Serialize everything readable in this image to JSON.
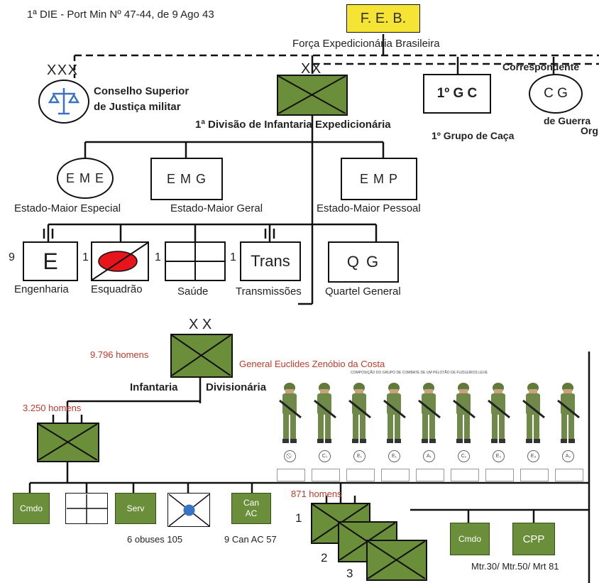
{
  "header": {
    "source_note": "1ª DIE - Port Min Nº 47-44, de 9 Ago 43",
    "feb_abbr": "F. E. B.",
    "feb_full": "Força Expedicionária Brasileira"
  },
  "top_units": {
    "conselho_marker": "X X X",
    "conselho_line1": "Conselho Superior",
    "conselho_line2": "de Justiça militar",
    "division_marker": "X X",
    "division_name": "1ª Divisão de Infantaria Expedicionária",
    "gc_label": "1º G C",
    "gc_name": "1º Grupo de Caça",
    "cg_label": "C G",
    "cg_line1": "Correspondente",
    "cg_line2": "de Guerra",
    "cg_line3": "Org"
  },
  "staff": [
    {
      "abbr": "E M E",
      "name": "Estado-Maior Especial"
    },
    {
      "abbr": "E M G",
      "name": "Estado-Maior Geral"
    },
    {
      "abbr": "E M P",
      "name": "Estado-Maior Pessoal"
    }
  ],
  "support": {
    "eng_count": "9",
    "eng_label": "E",
    "eng_name": "Engenharia",
    "esq_count": "1",
    "esq_name": "Esquadrão",
    "saude_count": "1",
    "saude_name": "Saúde",
    "trans_count": "1",
    "trans_label": "Trans",
    "trans_name": "Transmissões",
    "qg_label": "Q G",
    "qg_name": "Quartel General"
  },
  "infantry": {
    "marker": "X X",
    "men": "9.796 homens",
    "general": "General Euclides Zenóbio da Costa",
    "name_left": "Infantaria",
    "name_right": "Divisionária",
    "regiment_men": "3.250 homens",
    "battalion_men": "871 homens",
    "battalion_numbers": [
      "1",
      "2",
      "3"
    ]
  },
  "sub_units": {
    "cmdo": "Cmdo",
    "serv": "Serv",
    "can_ac_line1": "Can",
    "can_ac_line2": "AC",
    "obuses": "6 obuses 105",
    "can_ac_note": "9 Can AC 57",
    "cmdo2": "Cmdo",
    "cpp": "CPP",
    "mtr_note": "Mtr.30/ Mtr.50/ Mrt 81"
  },
  "squad": {
    "caption": "COMPOSIÇÃO DO GRUPO DE COMBATE DE UM PELOTÃO DE FUZILEIROS LEVE",
    "markers": [
      "⃠",
      "C₁",
      "E₁",
      "E₁",
      "A₁",
      "C₂",
      "E₂",
      "E₃",
      "A₂"
    ]
  },
  "colors": {
    "olive": "#6b8e3a",
    "feb_yellow": "#f5e433",
    "esq_red": "#e8141c",
    "label_red": "#c0392b",
    "dot_blue": "#3a73c4"
  }
}
